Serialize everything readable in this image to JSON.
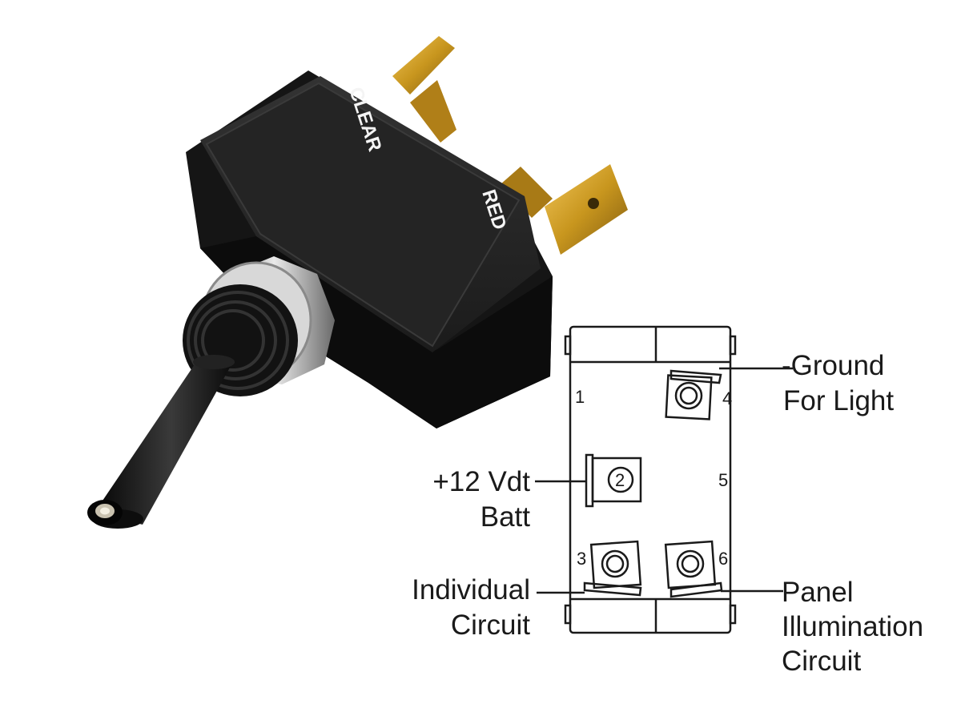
{
  "switch_labels": {
    "clear": "CLEAR",
    "red": "RED"
  },
  "pins": {
    "p1": "1",
    "p2": "2",
    "p3": "3",
    "p4": "4",
    "p5": "5",
    "p6": "6"
  },
  "callouts": {
    "ground": [
      "-Ground",
      "For Light"
    ],
    "battery": [
      "+12 Vdt",
      "Batt"
    ],
    "individual": [
      "Individual",
      "Circuit"
    ],
    "panel": [
      "Panel",
      "Illumination",
      "Circuit"
    ]
  },
  "colors": {
    "body": "#1b1b1b",
    "terminal": "#c8961e",
    "bezel": "#b9b9b9",
    "line": "#1a1a1a"
  }
}
